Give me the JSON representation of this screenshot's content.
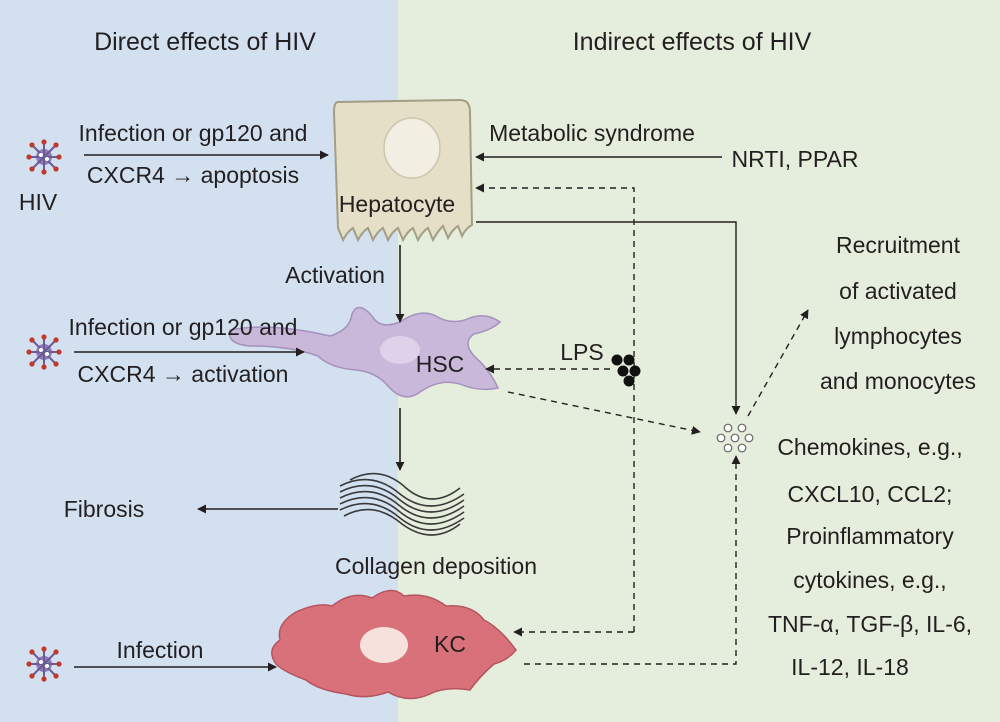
{
  "panels": {
    "left_title": "Direct effects of HIV",
    "right_title": "Indirect effects of HIV",
    "left_color": "#d3e0f0",
    "right_color": "#e5eedc"
  },
  "cells": {
    "hepatocyte": "Hepatocyte",
    "hsc": "HSC",
    "kc": "KC",
    "collagen": "Collagen deposition"
  },
  "labels": {
    "hiv": "HIV",
    "infection_apoptosis": [
      "Infection or gp120 and",
      "CXCR4 → apoptosis"
    ],
    "infection_activation": [
      "Infection or gp120 and",
      "CXCR4 → activation"
    ],
    "infection": "Infection",
    "activation": "Activation",
    "metabolic": "Metabolic syndrome",
    "nrti": "NRTI, PPAR",
    "lps": "LPS",
    "fibrosis": "Fibrosis",
    "recruitment": [
      "Recruitment",
      "of activated",
      "lymphocytes",
      "and monocytes"
    ],
    "chemokines": [
      "Chemokines, e.g.,",
      "CXCL10, CCL2;",
      "Proinflammatory",
      "cytokines, e.g.,",
      "TNF-α, TGF-β, IL-6,",
      "IL-12, IL-18"
    ]
  },
  "colors": {
    "hepatocyte_fill": "#e4dfc6",
    "hsc_fill": "#c9b8da",
    "kc_fill": "#d9717a",
    "virus": "#8c7ab5",
    "arrow": "#231f20"
  }
}
